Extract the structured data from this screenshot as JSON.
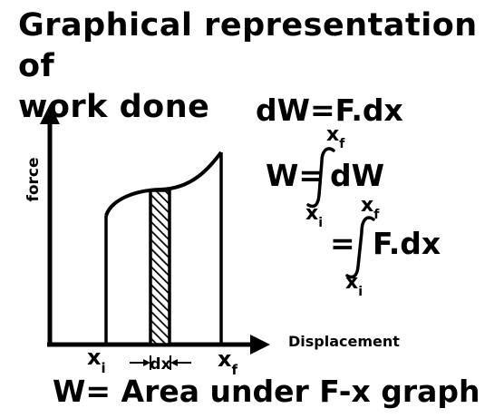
{
  "title_line1": "Graphical representation of",
  "title_line2": "work done",
  "axes": {
    "y_label": "force",
    "x_label": "Displacement"
  },
  "ticks": {
    "xi": {
      "main": "x",
      "sub": "i"
    },
    "xf": {
      "main": "x",
      "sub": "f"
    },
    "dx": "dx"
  },
  "equations": {
    "eq1": "dW=F.dx",
    "eq2_lhs": "W=",
    "eq2_body": "dW",
    "eq3_lhs": "=",
    "eq3_body": "F.dx",
    "limit_upper": {
      "main": "x",
      "sub": "f"
    },
    "limit_lower": {
      "main": "x",
      "sub": "i"
    }
  },
  "caption": "W= Area under F-x graph"
}
